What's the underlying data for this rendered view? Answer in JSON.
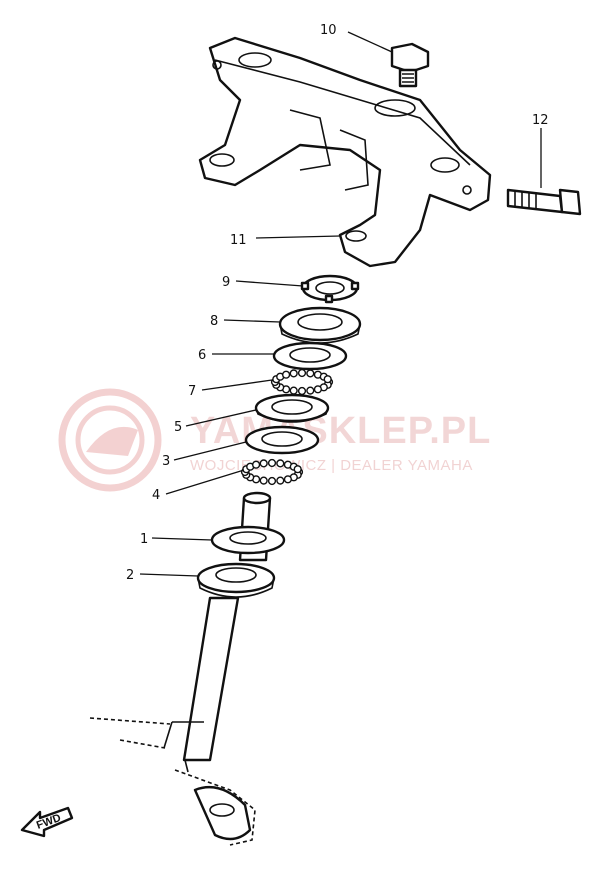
{
  "diagram": {
    "callouts": [
      {
        "id": "10",
        "label": "10"
      },
      {
        "id": "12",
        "label": "12"
      },
      {
        "id": "11",
        "label": "11"
      },
      {
        "id": "9",
        "label": "9"
      },
      {
        "id": "8",
        "label": "8"
      },
      {
        "id": "6",
        "label": "6"
      },
      {
        "id": "7",
        "label": "7"
      },
      {
        "id": "5",
        "label": "5"
      },
      {
        "id": "3",
        "label": "3"
      },
      {
        "id": "4",
        "label": "4"
      },
      {
        "id": "1",
        "label": "1"
      },
      {
        "id": "2",
        "label": "2"
      }
    ],
    "fwd_label": "FWD"
  },
  "watermark": {
    "brand": "YAMASKLEP.PL",
    "tagline": "WOJCIECHOWICZ | DEALER YAMAHA",
    "color": "#e9a3a3"
  }
}
